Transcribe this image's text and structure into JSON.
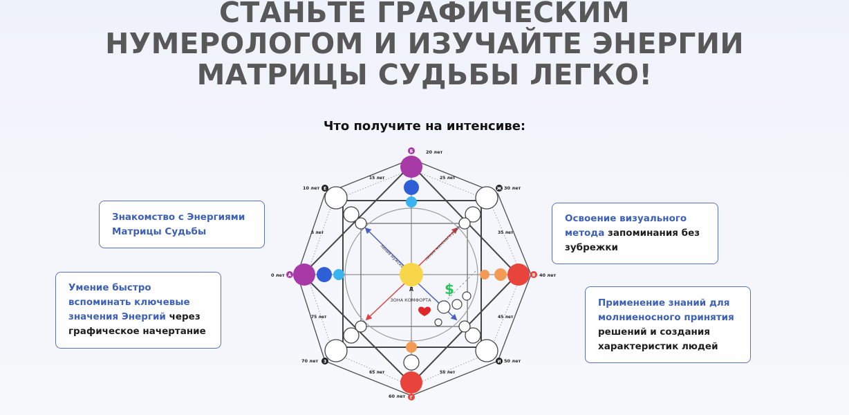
{
  "header": {
    "title_line1": "СТАНЬТЕ ГРАФИЧЕСКИМ",
    "title_line2": "НУМЕРОЛОГОМ И ИЗУЧАЙТЕ ЭНЕРГИИ",
    "title_line3": "МАТРИЦЫ СУДЬБЫ ЛЕГКО!",
    "subtitle": "Что получите на интенсиве:"
  },
  "cards": {
    "c1": {
      "hl": "Знакомство с Энергиями Матрицы Судьбы"
    },
    "c2": {
      "hl": "Умение быстро вспоминать ключевые значения Энергий",
      "rest": " через графическое начертание"
    },
    "c3": {
      "hl": "Освоение визуального метода",
      "rest": " запоминания без зубрежки"
    },
    "c4": {
      "hl": "Применение знаний для молниеносного принятия",
      "rest": " решений и создания характеристик людей"
    }
  },
  "diagram": {
    "ages": {
      "top": "20 лет",
      "top_right": "30 лет",
      "right": "40 лет",
      "bottom_right": "50 лет",
      "bottom": "60 лет",
      "bottom_left": "70 лет",
      "left": "0 лет",
      "top_left": "10 лет"
    },
    "mid_ages": {
      "a15": "15 лет",
      "a25": "25 лет",
      "a35": "35 лет",
      "a45": "45 лет",
      "a55": "55 лет",
      "a65": "65 лет",
      "a75": "75 лет",
      "a5": "5 лет"
    },
    "letters": {
      "top": "Б",
      "top_right": "Ж",
      "right": "В",
      "bottom_right": "И",
      "bottom": "Г",
      "bottom_left": "З",
      "left": "А",
      "top_left": "Е",
      "center": "Д"
    },
    "line_labels": {
      "male": "линия мужского рода",
      "female": "линия женского рода"
    },
    "comfort_zone": "ЗОНА КОМФОРТА",
    "dollar": "$",
    "colors": {
      "purple": "#a83aa8",
      "blue": "#2f5fd6",
      "cyan": "#39b4f0",
      "yellow": "#f7d64a",
      "orange": "#f39a55",
      "red": "#e8443c",
      "heart": "#e02727"
    }
  }
}
